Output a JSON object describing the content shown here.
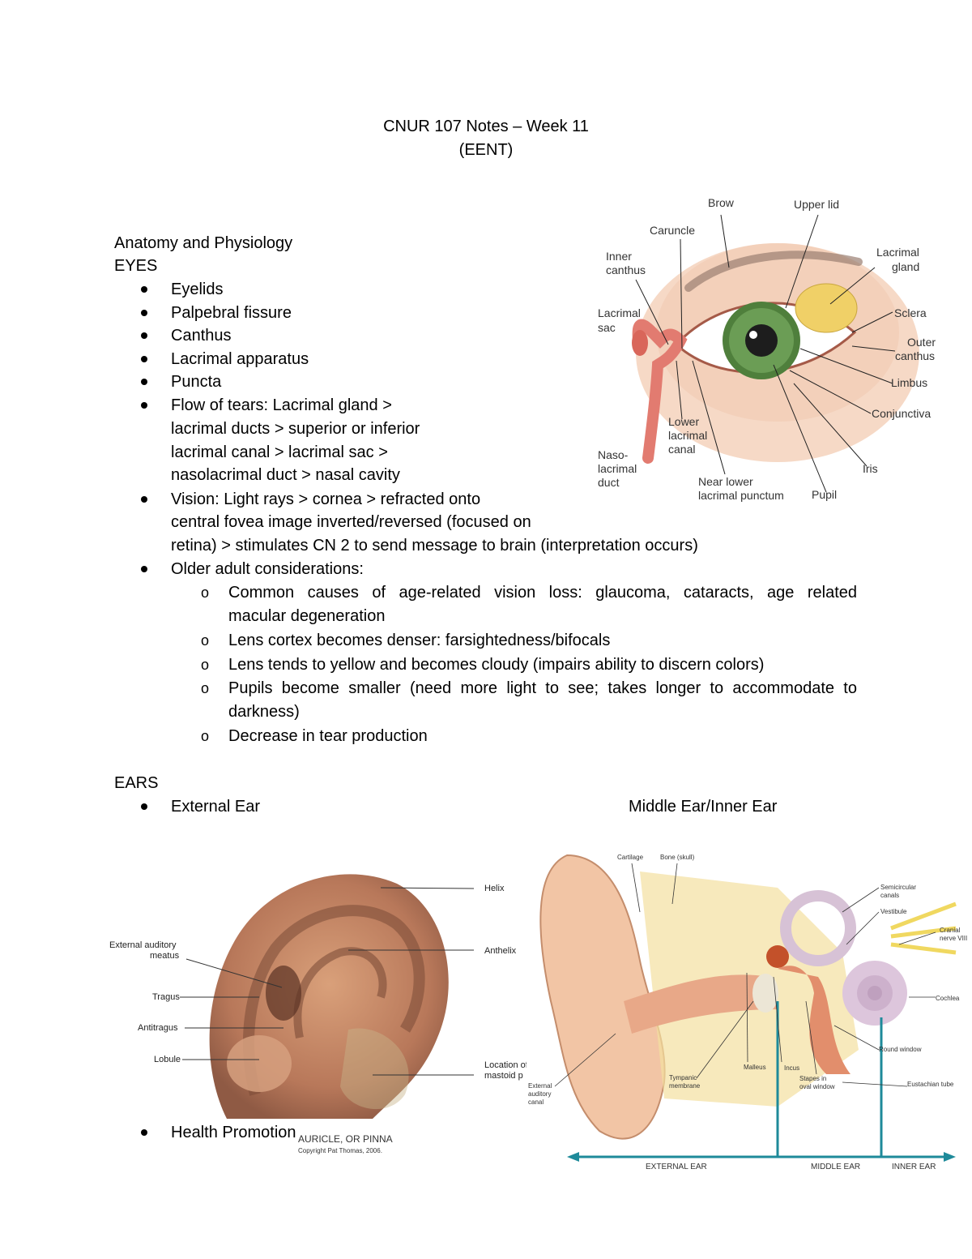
{
  "header": {
    "title": "CNUR 107 Notes – Week 11",
    "subtitle": "(EENT)"
  },
  "section1": {
    "heading": "Anatomy and Physiology",
    "subheading": "EYES"
  },
  "eye_bullets": [
    "Eyelids",
    "Palpebral fissure",
    "Canthus",
    "Lacrimal apparatus",
    "Puncta",
    "Flow of tears: Lacrimal gland >",
    "lacrimal ducts > superior or inferior",
    "lacrimal canal > lacrimal sac >",
    "nasolacrimal duct > nasal cavity",
    "Vision: Light rays > cornea > refracted onto",
    "central fovea image inverted/reversed (focused on",
    "retina) > stimulates CN 2 to send message to brain (interpretation occurs)",
    "Older adult considerations:"
  ],
  "older_adult": [
    "Common causes of age-related vision loss: glaucoma, cataracts, age related",
    "macular degeneration",
    "Lens cortex becomes denser: farsightedness/bifocals",
    "Lens tends to yellow and becomes cloudy (impairs ability to discern colors)",
    "Pupils become smaller (need more light to see; takes longer to accommodate to",
    "darkness)",
    "Decrease in tear production"
  ],
  "eye_figure": {
    "labels": {
      "brow": "Brow",
      "upper_lid": "Upper lid",
      "caruncle": "Caruncle",
      "inner_canthus_1": "Inner",
      "inner_canthus_2": "canthus",
      "lacrimal_gland_1": "Lacrimal",
      "lacrimal_gland_2": "gland",
      "lacrimal_sac_1": "Lacrimal",
      "lacrimal_sac_2": "sac",
      "sclera": "Sclera",
      "outer_canthus_1": "Outer",
      "outer_canthus_2": "canthus",
      "limbus": "Limbus",
      "lower_canal_1": "Lower",
      "lower_canal_2": "lacrimal",
      "lower_canal_3": "canal",
      "conjunctiva": "Conjunctiva",
      "naso_1": "Naso-",
      "naso_2": "lacrimal",
      "naso_3": "duct",
      "iris": "Iris",
      "punctum_1": "Near lower",
      "punctum_2": "lacrimal punctum",
      "pupil": "Pupil"
    }
  },
  "section2": {
    "heading": "EARS",
    "external_ear": "External Ear",
    "middle_inner": "Middle Ear/Inner Ear",
    "health_promotion": "Health Promotion"
  },
  "ext_ear_figure": {
    "labels": {
      "helix": "Helix",
      "eam_1": "External auditory",
      "eam_2": "meatus",
      "antihelix": "Anthelix",
      "tragus": "Tragus",
      "antitragus": "Antitragus",
      "lobule": "Lobule",
      "mastoid_1": "Location of",
      "mastoid_2": "mastoid p",
      "caption": "AURICLE, OR PINNA",
      "copyright": "Copyright Pat Thomas, 2006."
    }
  },
  "mid_ear_figure": {
    "labels": {
      "cartilage": "Cartilage",
      "bone": "Bone (skull)",
      "semicircular_1": "Semicircular",
      "semicircular_2": "canals",
      "vestibule": "Vestibule",
      "cranial_1": "Cranial",
      "cranial_2": "nerve VIII",
      "cochlea": "Cochlea",
      "round_window": "Round window",
      "eustachian": "Eustachian tube",
      "malleus": "Malleus",
      "incus": "Incus",
      "stapes_1": "Stapes in",
      "stapes_2": "oval window",
      "tympanic_1": "Tympanic",
      "tympanic_2": "membrane",
      "eac_1": "External",
      "eac_2": "auditory",
      "eac_3": "canal",
      "external_ear": "EXTERNAL EAR",
      "middle_ear": "MIDDLE EAR",
      "inner_ear": "INNER EAR"
    }
  },
  "colors": {
    "iris": "#4f7f3c",
    "lacrimal_gland": "#f0d067",
    "skin": "#f2c7ac",
    "ear": "#c98a63",
    "teal": "#1e8a9a"
  }
}
